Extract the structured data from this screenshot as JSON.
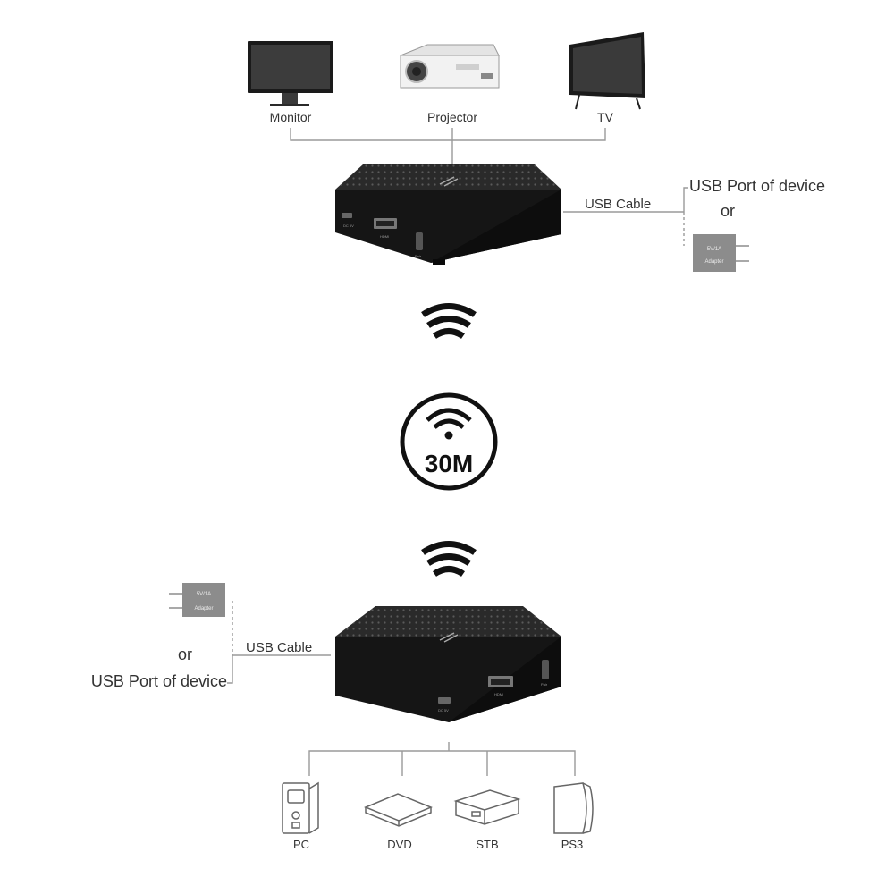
{
  "top": {
    "displays": [
      {
        "id": "monitor",
        "label": "Monitor",
        "icon": "monitor-icon"
      },
      {
        "id": "projector",
        "label": "Projector",
        "icon": "projector-icon"
      },
      {
        "id": "tv",
        "label": "TV",
        "icon": "tv-icon"
      }
    ],
    "receiver": {
      "port_labels": [
        "DC 5V",
        "HDMI",
        "Pair"
      ]
    },
    "power": {
      "cable_label": "USB Cable",
      "usb_port_label": "USB Port of device",
      "or_label": "or",
      "adapter_rating": "5V/1A",
      "adapter_name": "Adapter"
    }
  },
  "range": {
    "distance": "30M"
  },
  "bottom": {
    "power": {
      "cable_label": "USB Cable",
      "usb_port_label": "USB Port of device",
      "or_label": "or",
      "adapter_rating": "5V/1A",
      "adapter_name": "Adapter"
    },
    "transmitter": {
      "port_labels": [
        "DC 5V",
        "HDMI",
        "Pair"
      ]
    },
    "sources": [
      {
        "id": "pc",
        "label": "PC",
        "icon": "pc-tower-icon"
      },
      {
        "id": "dvd",
        "label": "DVD",
        "icon": "dvd-player-icon"
      },
      {
        "id": "stb",
        "label": "STB",
        "icon": "set-top-box-icon"
      },
      {
        "id": "ps3",
        "label": "PS3",
        "icon": "game-console-icon"
      }
    ]
  },
  "colors": {
    "device_body": "#151515",
    "device_top": "#2a2a2a",
    "connector_line": "#9a9a9a",
    "label_text": "#333333",
    "adapter_fill": "#8c8c8c"
  }
}
